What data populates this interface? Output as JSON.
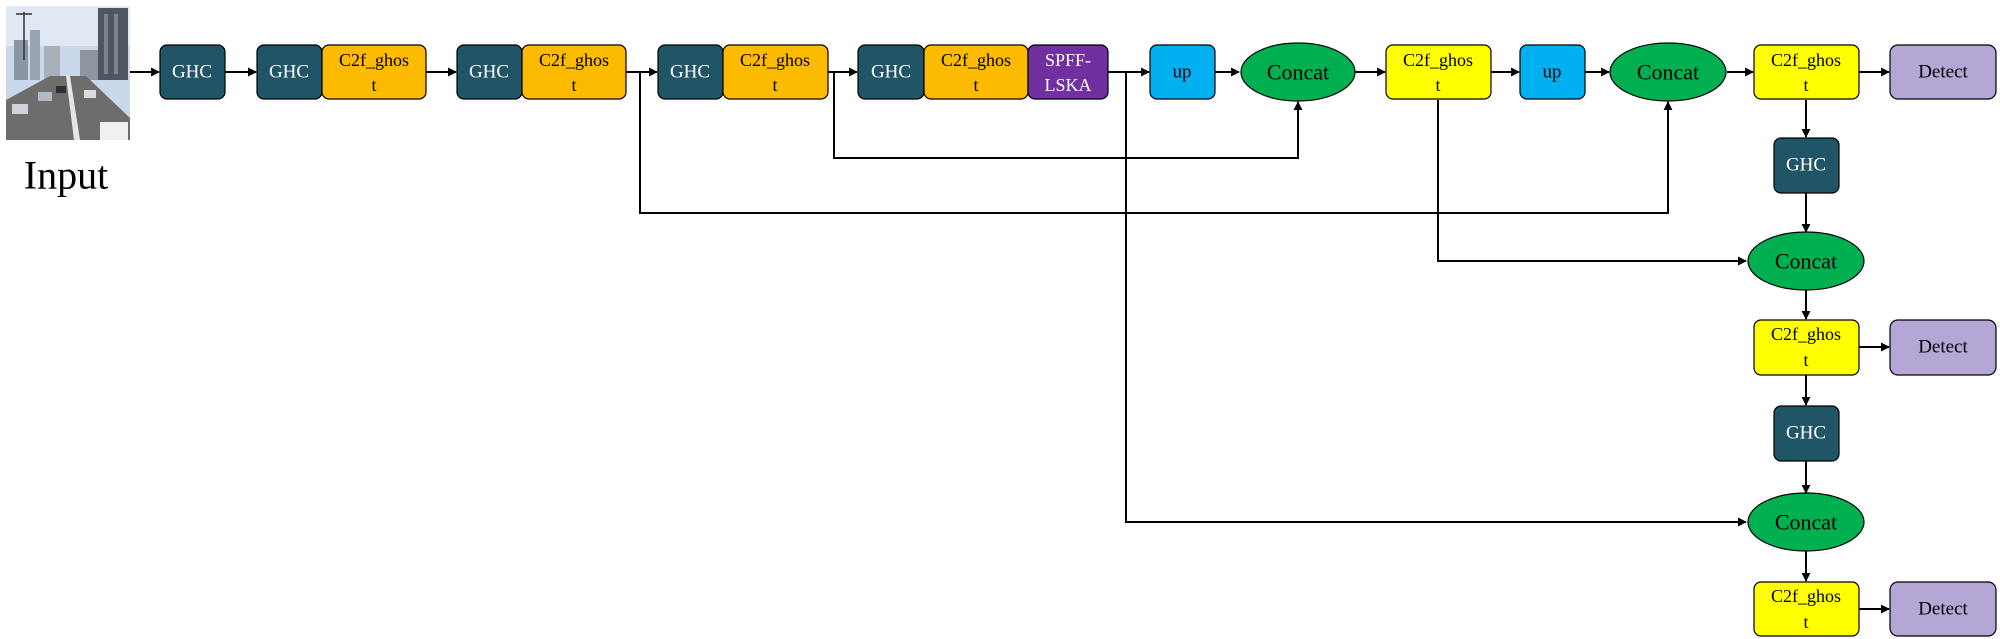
{
  "colors": {
    "ghc": "#1f5566",
    "c2f_backbone": "#fdbb00",
    "sppf": "#7030a0",
    "up": "#00b0f0",
    "concat": "#00b050",
    "c2f_neck": "#ffff00",
    "detect": "#b4a7d6",
    "input_photo_sky": "#c9d8ea",
    "input_photo_road": "#6d6d6d"
  },
  "input": {
    "label": "Input",
    "icon": "road-photo-icon"
  },
  "nodes": {
    "ghc1": "GHC",
    "ghc2": "GHC",
    "c2f1": [
      "C2f_ghos",
      "t"
    ],
    "ghc3": "GHC",
    "c2f2": [
      "C2f_ghos",
      "t"
    ],
    "ghc4": "GHC",
    "c2f3": [
      "C2f_ghos",
      "t"
    ],
    "ghc5": "GHC",
    "c2f4": [
      "C2f_ghos",
      "t"
    ],
    "sppf": [
      "SPFF-",
      "LSKA"
    ],
    "up1": "up",
    "concat1": "Concat",
    "c2f5": [
      "C2f_ghos",
      "t"
    ],
    "up2": "up",
    "concat2": "Concat",
    "c2f6": [
      "C2f_ghos",
      "t"
    ],
    "detect1": "Detect",
    "ghc6": "GHC",
    "concat3": "Concat",
    "c2f7": [
      "C2f_ghos",
      "t"
    ],
    "detect2": "Detect",
    "ghc7": "GHC",
    "concat4": "Concat",
    "c2f8": [
      "C2f_ghos",
      "t"
    ],
    "detect3": "Detect"
  }
}
